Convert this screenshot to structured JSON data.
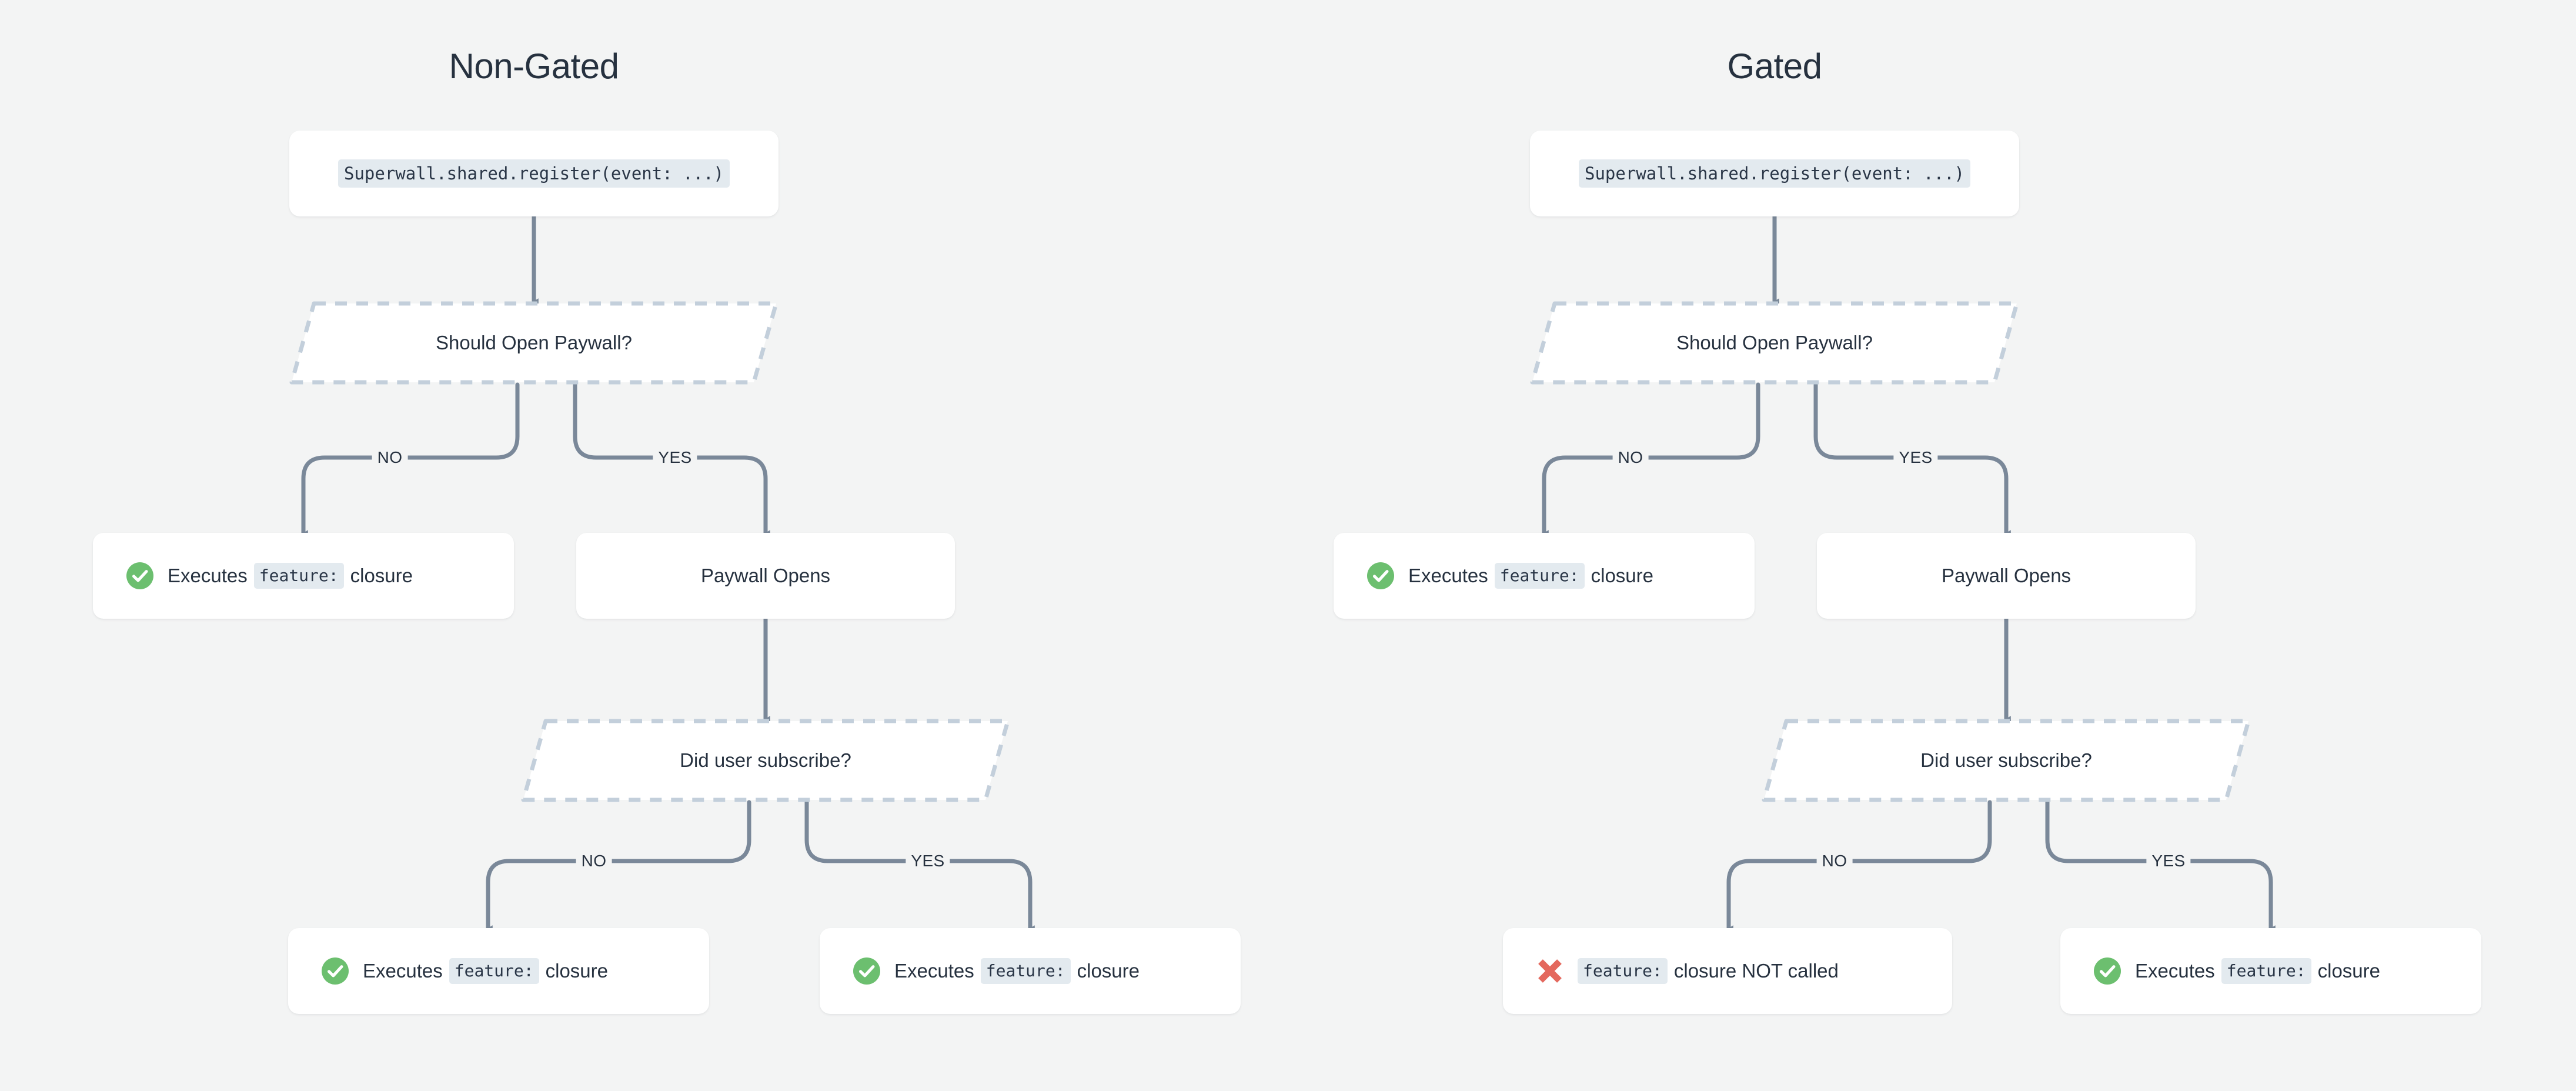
{
  "background_color": "#f3f4f4",
  "accent_colors": {
    "connector": "#7a8899",
    "dashed_border": "#c3cfdb",
    "success_green": "#6cbf6f",
    "error_red": "#e4685d",
    "code_chip_bg": "#e3eaef",
    "text": "#26313f",
    "card_bg": "#ffffff"
  },
  "columns": [
    {
      "id": "non-gated",
      "title": "Non-Gated",
      "nodes": {
        "register": {
          "code": "Superwall.shared.register(event: ...)"
        },
        "decision_paywall": {
          "label": "Should Open Paywall?"
        },
        "no_result": {
          "prefix": "Executes",
          "code": "feature:",
          "suffix": "closure",
          "icon": "check-circle-icon"
        },
        "paywall_opens": {
          "label": "Paywall Opens"
        },
        "decision_subscribe": {
          "label": "Did user subscribe?"
        },
        "sub_no_result": {
          "prefix": "Executes",
          "code": "feature:",
          "suffix": "closure",
          "icon": "check-circle-icon"
        },
        "sub_yes_result": {
          "prefix": "Executes",
          "code": "feature:",
          "suffix": "closure",
          "icon": "check-circle-icon"
        }
      },
      "branches": {
        "paywall_no": "NO",
        "paywall_yes": "YES",
        "subscribe_no": "NO",
        "subscribe_yes": "YES"
      }
    },
    {
      "id": "gated",
      "title": "Gated",
      "nodes": {
        "register": {
          "code": "Superwall.shared.register(event: ...)"
        },
        "decision_paywall": {
          "label": "Should Open Paywall?"
        },
        "no_result": {
          "prefix": "Executes",
          "code": "feature:",
          "suffix": "closure",
          "icon": "check-circle-icon"
        },
        "paywall_opens": {
          "label": "Paywall Opens"
        },
        "decision_subscribe": {
          "label": "Did user subscribe?"
        },
        "sub_no_result": {
          "prefix": "",
          "code": "feature:",
          "suffix": "closure NOT called",
          "icon": "x-mark-icon"
        },
        "sub_yes_result": {
          "prefix": "Executes",
          "code": "feature:",
          "suffix": "closure",
          "icon": "check-circle-icon"
        }
      },
      "branches": {
        "paywall_no": "NO",
        "paywall_yes": "YES",
        "subscribe_no": "NO",
        "subscribe_yes": "YES"
      }
    }
  ]
}
